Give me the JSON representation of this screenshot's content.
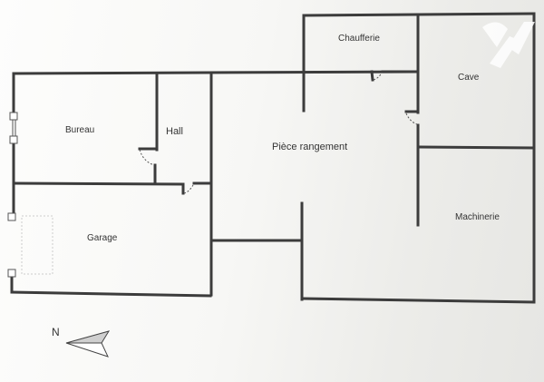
{
  "plan": {
    "rooms": [
      {
        "id": "chaufferie",
        "label": "Chaufferie"
      },
      {
        "id": "cave",
        "label": "Cave"
      },
      {
        "id": "bureau",
        "label": "Bureau"
      },
      {
        "id": "hall",
        "label": "Hall"
      },
      {
        "id": "piece-rangement",
        "label": "Pièce rangement"
      },
      {
        "id": "garage",
        "label": "Garage"
      },
      {
        "id": "machinerie",
        "label": "Machinerie"
      }
    ],
    "compass": {
      "label": "N"
    },
    "colors": {
      "wall": "#3a3a3a",
      "wall_fill": "#6a6a6a",
      "background": "#f6f6f4"
    }
  }
}
